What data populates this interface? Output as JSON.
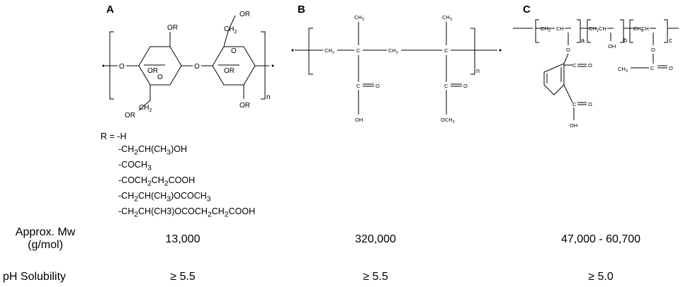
{
  "panels": {
    "a": {
      "label": "A",
      "ring_substituent": "OR",
      "side_chain_ch2": "CH",
      "side_chain_sub": "2",
      "repeat_index": "n",
      "r_eq": "R =",
      "r_groups": [
        {
          "parts": [
            "-H"
          ]
        },
        {
          "parts": [
            "-CH",
            "2",
            "CH(CH",
            "3",
            ")OH"
          ]
        },
        {
          "parts": [
            "-COCH",
            "3"
          ]
        },
        {
          "parts": [
            "-COCH",
            "2",
            "CH",
            "2",
            "COOH"
          ]
        },
        {
          "parts": [
            "-CH",
            "2",
            "CH(CH",
            "3",
            ")OCOCH",
            "3"
          ]
        },
        {
          "parts": [
            "-CH",
            "2",
            "CH(CH3)OCOCH",
            "2",
            "CH",
            "2",
            "COOH"
          ]
        }
      ]
    },
    "b": {
      "label": "B",
      "methyl": "CH",
      "methyl_sub": "3",
      "backbone_ch2": "CH",
      "backbone_sub": "2",
      "carbon": "C",
      "oxygen": "O",
      "hydroxyl": "OH",
      "methoxy": "OCH",
      "methoxy_sub": "3",
      "repeat_index": "n"
    },
    "c": {
      "label": "C",
      "ch2": "CH",
      "ch2_sub": "2",
      "ch": "CH",
      "oxygen": "O",
      "carbon": "C",
      "hydroxyl": "OH",
      "methyl": "CH",
      "methyl_sub": "3",
      "index_a": "a",
      "index_b": "b",
      "index_c": "c"
    }
  },
  "table": {
    "mw_label_line1": "Approx. Mw",
    "mw_label_line2": "(g/mol)",
    "ph_label": "pH Solubility",
    "mw_values": [
      "13,000",
      "320,000",
      "47,000 - 60,700"
    ],
    "ph_values": [
      "≥ 5.5",
      "≥ 5.5",
      "≥ 5.0"
    ]
  }
}
